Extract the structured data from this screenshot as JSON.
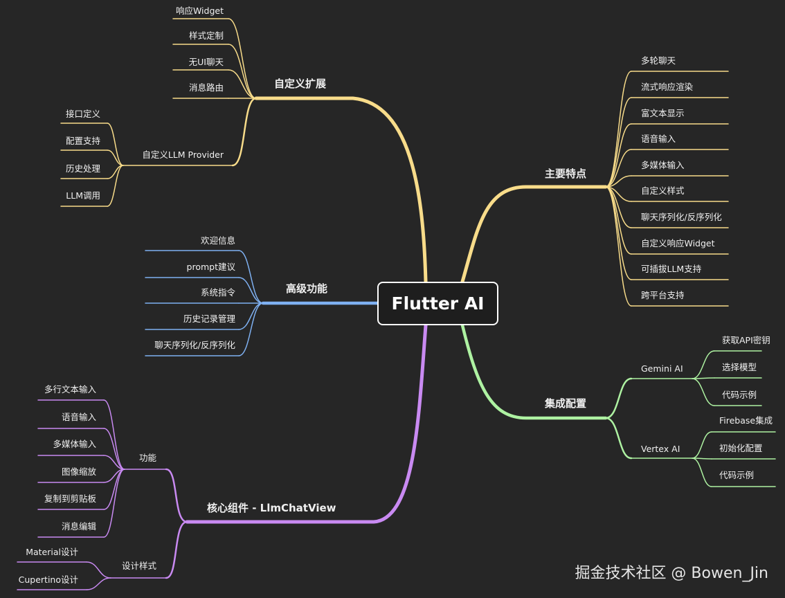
{
  "root": "Flutter AI",
  "watermark": "掘金技术社区 @ Bowen_Jin",
  "colors": {
    "yellow": "#f8dc8a",
    "blue": "#7fb1f2",
    "green": "#aef2a2",
    "purple": "#c98af2"
  },
  "branches": {
    "custom_ext": {
      "label": "自定义扩展",
      "groups": [
        {
          "label": "",
          "items": [
            "响应Widget",
            "样式定制",
            "无UI聊天",
            "消息路由"
          ]
        },
        {
          "label": "自定义LLM Provider",
          "items": [
            "接口定义",
            "配置支持",
            "历史处理",
            "LLM调用"
          ]
        }
      ]
    },
    "advanced": {
      "label": "高级功能",
      "items": [
        "欢迎信息",
        "prompt建议",
        "系统指令",
        "历史记录管理",
        "聊天序列化/反序列化"
      ]
    },
    "core": {
      "label": "核心组件 - LlmChatView",
      "groups": [
        {
          "label": "功能",
          "items": [
            "多行文本输入",
            "语音输入",
            "多媒体输入",
            "图像缩放",
            "复制到剪贴板",
            "消息编辑"
          ]
        },
        {
          "label": "设计样式",
          "items": [
            "Material设计",
            "Cupertino设计"
          ]
        }
      ]
    },
    "features": {
      "label": "主要特点",
      "items": [
        "多轮聊天",
        "流式响应渲染",
        "富文本显示",
        "语音输入",
        "多媒体输入",
        "自定义样式",
        "聊天序列化/反序列化",
        "自定义响应Widget",
        "可插拔LLM支持",
        "跨平台支持"
      ]
    },
    "integration": {
      "label": "集成配置",
      "groups": [
        {
          "label": "Gemini AI",
          "items": [
            "获取API密钥",
            "选择模型",
            "代码示例"
          ]
        },
        {
          "label": "Vertex AI",
          "items": [
            "Firebase集成",
            "初始化配置",
            "代码示例"
          ]
        }
      ]
    }
  }
}
